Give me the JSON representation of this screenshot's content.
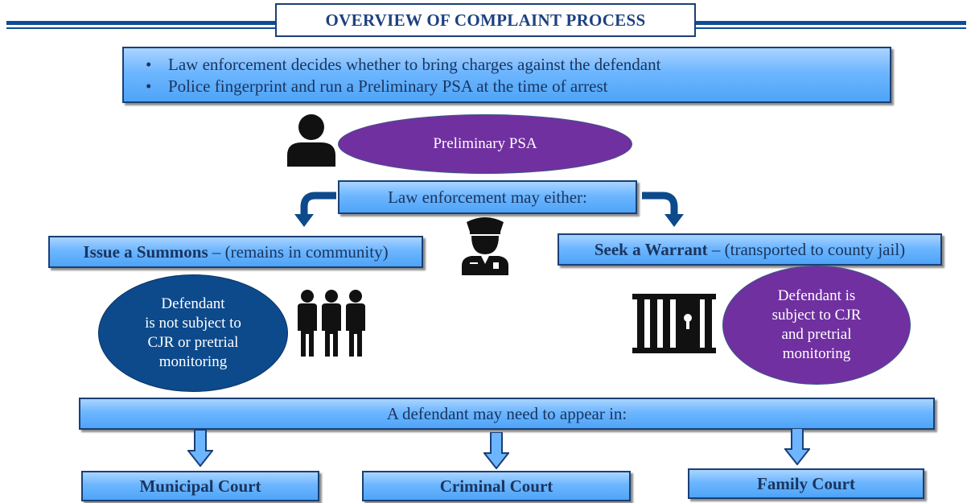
{
  "title": "OVERVIEW OF COMPLAINT PROCESS",
  "top_bullets": [
    "Law enforcement decides whether to bring charges against the defendant",
    "Police fingerprint and run a Preliminary PSA at the time of arrest"
  ],
  "preliminary_psa": "Preliminary PSA",
  "law_enforcement": "Law enforcement may either:",
  "summons": {
    "bold": "Issue a Summons",
    "rest": " – (remains in community)"
  },
  "warrant": {
    "bold": "Seek a Warrant",
    "rest": " – (transported to county jail)"
  },
  "left_ellipse": [
    "Defendant",
    "is not subject to",
    "CJR or pretrial",
    "monitoring"
  ],
  "right_ellipse": [
    "Defendant is",
    "subject to CJR",
    "and pretrial",
    "monitoring"
  ],
  "appear": "A defendant may need to appear in:",
  "courts": [
    "Municipal Court",
    "Criminal Court",
    "Family Court"
  ],
  "colors": {
    "navy": "#0f4c96",
    "purple": "#7030a0",
    "box_blue": "#6db6ff",
    "ellipse_navy": "#0d4a8c"
  },
  "icons": [
    "person-icon",
    "police-officer-icon",
    "group-of-people-icon",
    "jail-cell-icon"
  ]
}
